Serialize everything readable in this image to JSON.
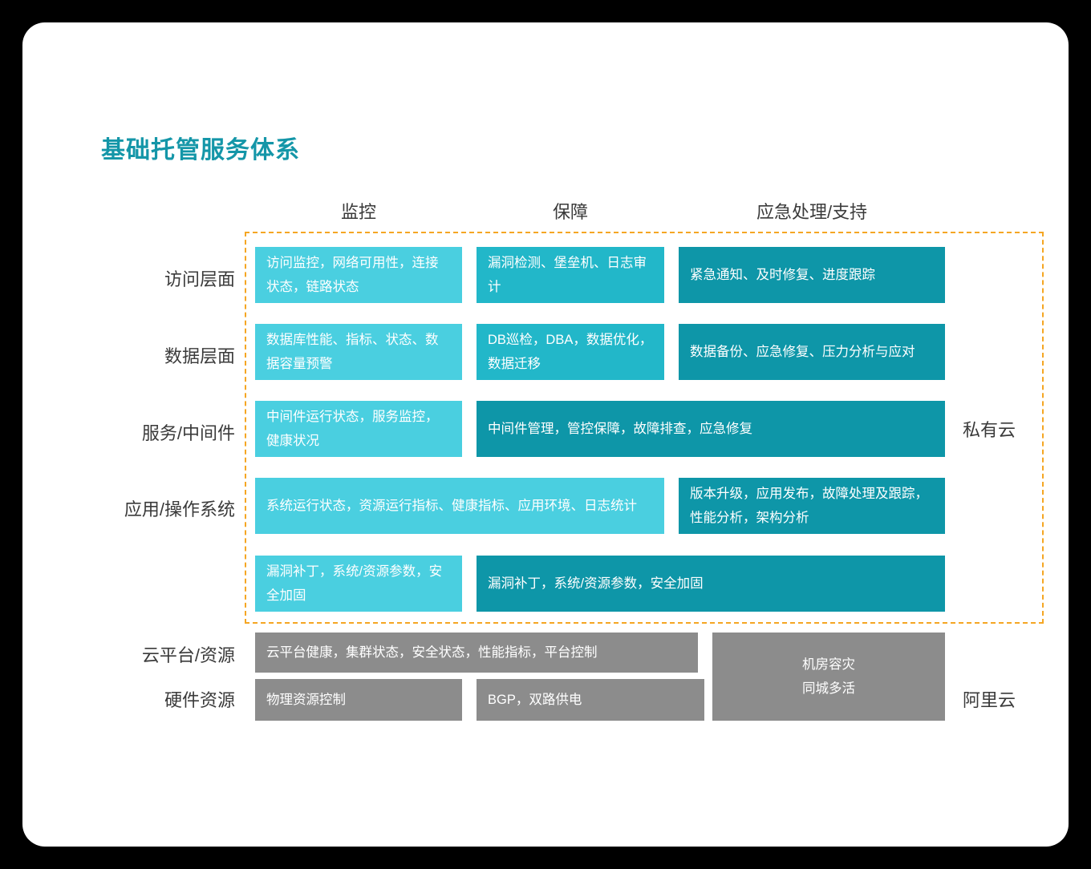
{
  "title": "基础托管服务体系",
  "colors": {
    "title": "#1496a8",
    "light_cyan": "#4ACFE0",
    "mid_teal": "#22B7C9",
    "dark_teal": "#0E96A8",
    "gray": "#8c8c8c",
    "dashed_border": "#f5a623",
    "card_bg": "#ffffff",
    "page_bg": "#000000"
  },
  "columns": [
    {
      "label": "监控"
    },
    {
      "label": "保障"
    },
    {
      "label": "应急处理/支持"
    }
  ],
  "rows": [
    {
      "label": "访问层面"
    },
    {
      "label": "数据层面"
    },
    {
      "label": "服务/中间件"
    },
    {
      "label": "应用/操作系统"
    },
    {
      "label": ""
    },
    {
      "label": "云平台/资源"
    },
    {
      "label": "硬件资源"
    }
  ],
  "side_labels": [
    {
      "text": "私有云"
    },
    {
      "text": "阿里云"
    }
  ],
  "cells": {
    "r1c1": "访问监控，网络可用性，连接状态，链路状态",
    "r1c2": "漏洞检测、堡垒机、日志审计",
    "r1c3": "紧急通知、及时修复、进度跟踪",
    "r2c1": "数据库性能、指标、状态、数据容量预警",
    "r2c2": "DB巡检，DBA，数据优化，数据迁移",
    "r2c3": "数据备份、应急修复、压力分析与应对",
    "r3c1": "中间件运行状态，服务监控，健康状况",
    "r3c23": "中间件管理，管控保障，故障排查，应急修复",
    "r4c12": "系统运行状态，资源运行指标、健康指标、应用环境、日志统计",
    "r4c3": "版本升级，应用发布，故障处理及跟踪，性能分析，架构分析",
    "r5c1": "漏洞补丁，系统/资源参数，安全加固",
    "r5c23": "漏洞补丁，系统/资源参数，安全加固",
    "r6c12": "云平台健康，集群状态，安全状态，性能指标，平台控制",
    "r7c1": "物理资源控制",
    "r7c2": "BGP，双路供电",
    "r67c3": "机房容灾\n同城多活"
  }
}
